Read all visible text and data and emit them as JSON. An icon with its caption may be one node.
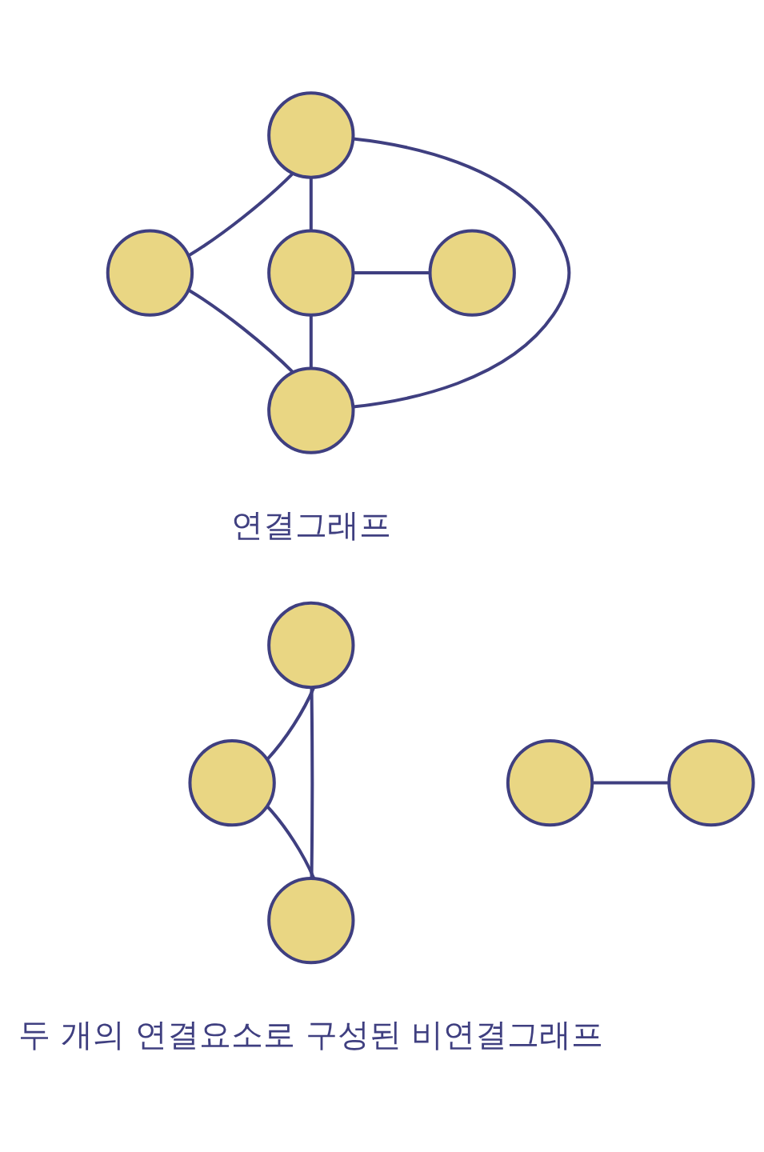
{
  "diagram": {
    "nodes": [
      {
        "text": [],
        "shape": "circle"
      },
      {
        "text": [],
        "shape": "circle"
      },
      {
        "text": [],
        "shape": "circle"
      },
      {
        "text": [],
        "shape": "circle"
      },
      {
        "text": [],
        "shape": "circle"
      },
      {
        "text": [],
        "shape": "circle"
      },
      {
        "text": [],
        "shape": "circle"
      },
      {
        "text": [],
        "shape": "circle"
      },
      {
        "text": [],
        "shape": "circle"
      },
      {
        "text": [],
        "shape": "circle"
      }
    ],
    "edges": [
      {
        "from": 0,
        "to": 1,
        "arrow": "none"
      },
      {
        "from": 0,
        "to": 2,
        "arrow": "none"
      },
      {
        "from": 0,
        "to": 3,
        "arrow": "none"
      },
      {
        "from": 1,
        "to": 3,
        "arrow": "none"
      },
      {
        "from": 2,
        "to": 3,
        "arrow": "none"
      },
      {
        "from": 2,
        "to": 4,
        "arrow": "none"
      },
      {
        "from": 5,
        "to": 6,
        "arrow": "none"
      },
      {
        "from": 5,
        "to": 7,
        "arrow": "none"
      },
      {
        "from": 6,
        "to": 7,
        "arrow": "none"
      },
      {
        "from": 8,
        "to": 9,
        "arrow": "none"
      }
    ],
    "labels": [
      "연결그래프",
      "두 개의 연결요소로 구성된 비연결그래프"
    ]
  }
}
